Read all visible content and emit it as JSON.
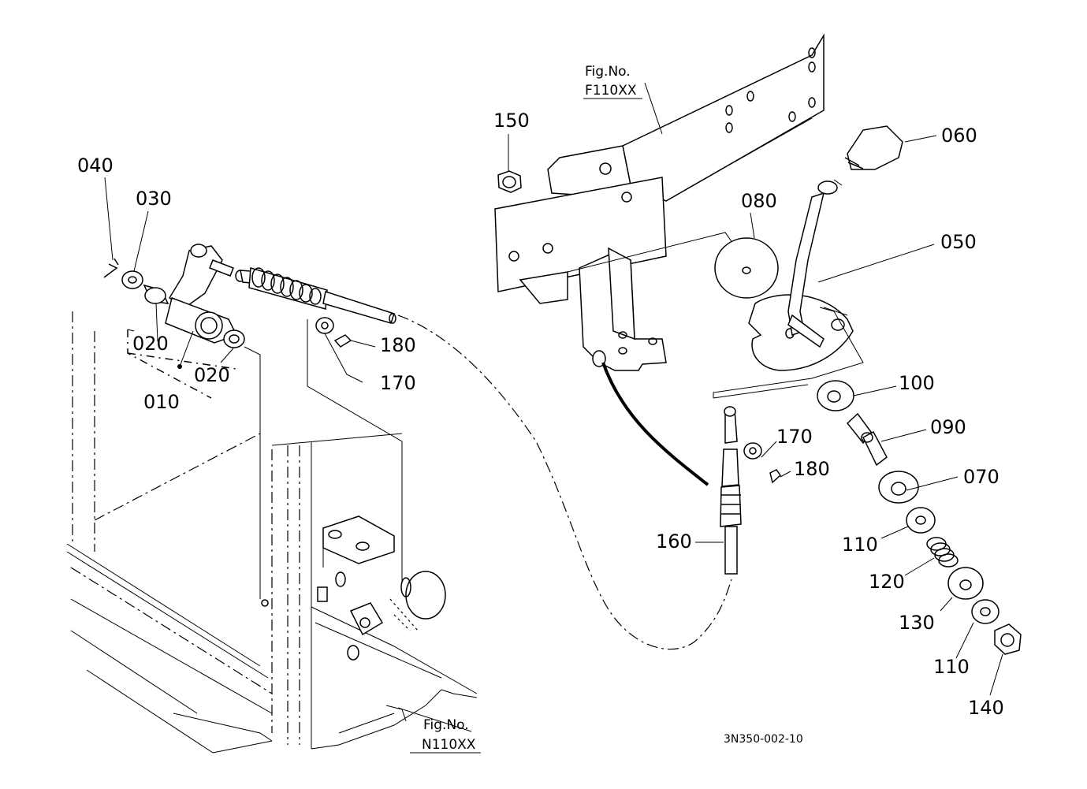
{
  "figure_refs": {
    "top": {
      "title": "Fig.No.",
      "code": "F110XX"
    },
    "bottom": {
      "title": "Fig.No.",
      "code": "N110XX"
    }
  },
  "diagram_code": "3N350-002-10",
  "callouts": {
    "c040": "040",
    "c030": "030",
    "c020a": "020",
    "c020b": "020",
    "c010": "010",
    "c180a": "180",
    "c170a": "170",
    "c150": "150",
    "c060": "060",
    "c080": "080",
    "c050": "050",
    "c100": "100",
    "c090": "090",
    "c170b": "170",
    "c180b": "180",
    "c070": "070",
    "c160": "160",
    "c110a": "110",
    "c120": "120",
    "c130": "130",
    "c110b": "110",
    "c140": "140"
  }
}
